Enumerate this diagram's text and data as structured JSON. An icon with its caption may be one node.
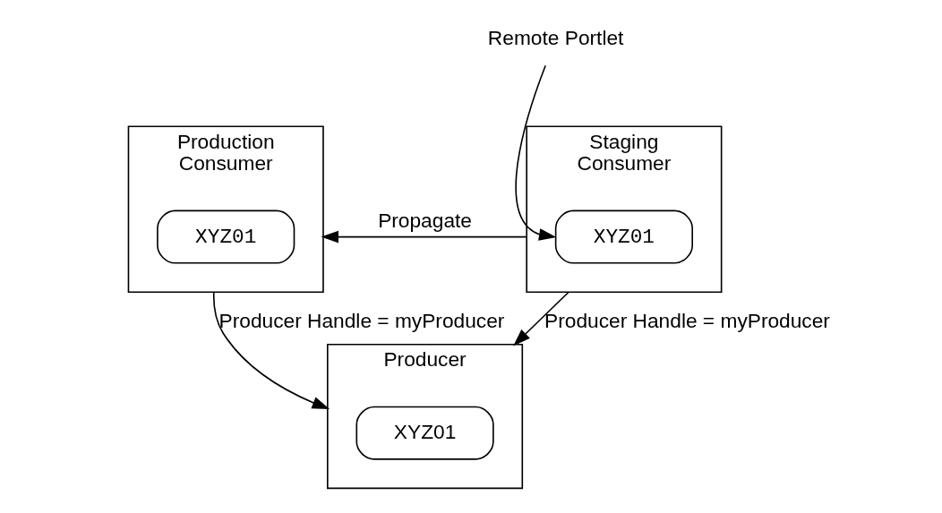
{
  "diagram": {
    "nodes": [
      {
        "text": [
          "Staging",
          "Consumer"
        ]
      },
      {
        "text": [
          "XYZ01"
        ],
        "in": 0
      },
      {
        "text": [
          "Production",
          "Consumer"
        ]
      },
      {
        "text": [
          "XYZ01"
        ],
        "in": 2
      },
      {
        "text": [
          "Producer"
        ]
      },
      {
        "text": [
          "XYZ01"
        ],
        "in": 4
      },
      {
        "text": [
          "Remote Portlet"
        ]
      }
    ],
    "edges": [
      {
        "from": 6,
        "to": 1,
        "arrow": "to"
      },
      {
        "from": 0,
        "to": 2,
        "arrow": "to",
        "label": "Propagate"
      },
      {
        "from": 0,
        "to": 4,
        "arrow": "to",
        "label": "Producer Handle = myProducer"
      },
      {
        "from": 2,
        "to": 4,
        "arrow": "to",
        "label": "Producer Handle = myProducer"
      }
    ]
  }
}
